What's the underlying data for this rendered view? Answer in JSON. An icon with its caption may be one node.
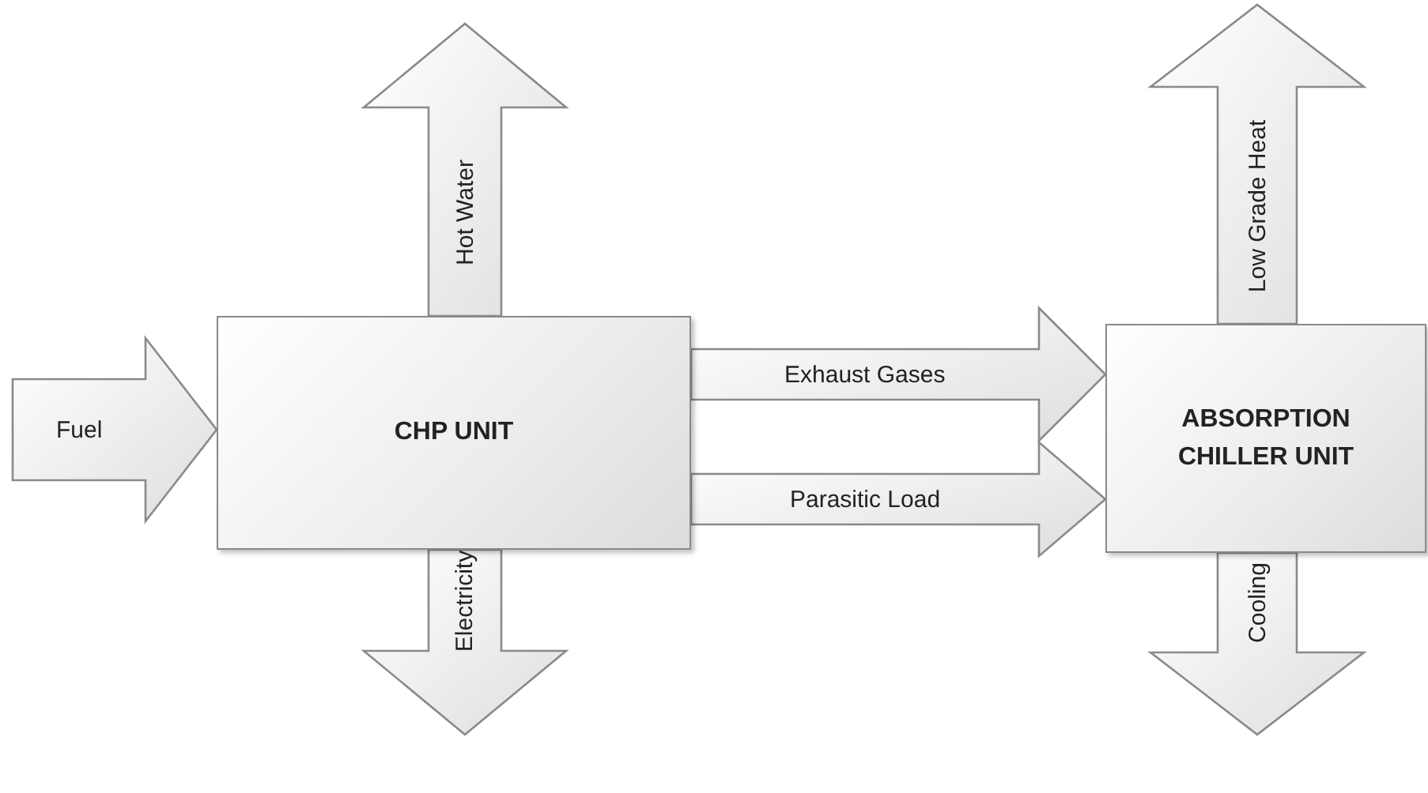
{
  "diagram": {
    "nodes": [
      {
        "text": [
          "CHP UNIT"
        ]
      },
      {
        "text": [
          "ABSORPTION CHILLER UNIT"
        ]
      }
    ],
    "edges": [
      {
        "from": null,
        "to": 0,
        "arrow": "to",
        "label": "Fuel"
      },
      {
        "from": 0,
        "to": null,
        "arrow": "to",
        "label": "Hot Water"
      },
      {
        "from": 0,
        "to": null,
        "arrow": "to",
        "label": "Electricity"
      },
      {
        "from": 0,
        "to": 1,
        "arrow": "to",
        "label": "Exhaust Gases"
      },
      {
        "from": 0,
        "to": 1,
        "arrow": "to",
        "label": "Parasitic Load"
      },
      {
        "from": 1,
        "to": null,
        "arrow": "to",
        "label": "Low Grade Heat"
      },
      {
        "from": 1,
        "to": null,
        "arrow": "to",
        "label": "Cooling"
      }
    ]
  }
}
